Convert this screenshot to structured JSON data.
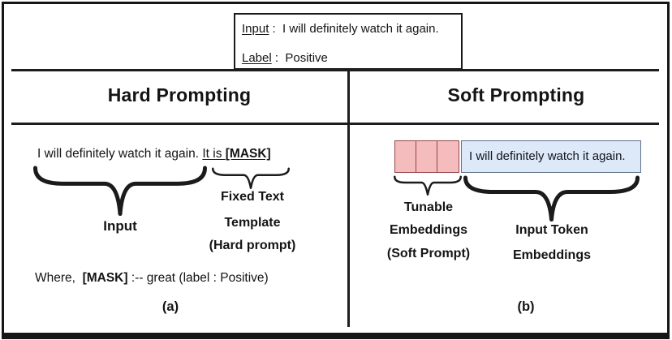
{
  "info_box": {
    "line1_key": "Input",
    "line1_rest": " :  I will definitely watch it again.",
    "line2_key": "Label",
    "line2_rest": " :  Positive"
  },
  "headers": {
    "left": "Hard Prompting",
    "right": "Soft Prompting"
  },
  "hard": {
    "sentence_plain": "I will definitely watch it again. ",
    "sentence_template": "It is ",
    "sentence_mask": "[MASK]",
    "input_brace_label": "Input",
    "fixed_text_lines": [
      "Fixed Text",
      "Template",
      "(Hard prompt)"
    ],
    "where_prefix": "Where,  ",
    "where_mask": "[MASK]",
    "where_suffix": " :-- great (label : Positive)",
    "caption": "(a)"
  },
  "soft": {
    "tunable_cells": 3,
    "input_text": "I will definitely watch it again.",
    "tunable_lines": [
      "Tunable",
      "Embeddings",
      "(Soft Prompt)"
    ],
    "input_token_lines": [
      "Input Token",
      "Embeddings"
    ],
    "caption": "(b)",
    "colors": {
      "tunable_fill": "#f5bcbe",
      "tunable_border": "#94464b",
      "input_fill": "#dde9f8",
      "input_border": "#5f7189"
    }
  }
}
